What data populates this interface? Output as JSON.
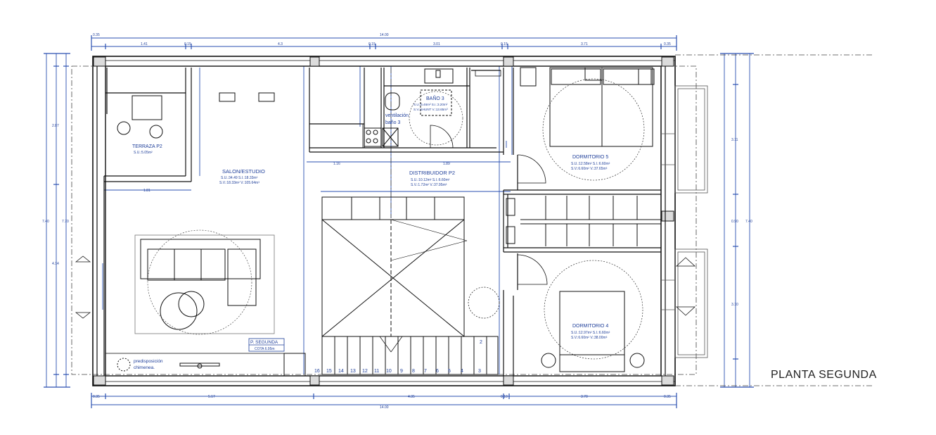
{
  "plan_title": "PLANTA SEGUNDA",
  "rooms": {
    "terraza": {
      "name": "TERRAZA P2",
      "area": "S.U.:5.05m²"
    },
    "salon": {
      "name": "SALON/ESTUDIO",
      "line1": "S.U.:34.49 S.I.:18.33m²",
      "line2": "S.V.:18.33m² V.:105.64m³"
    },
    "bano3": {
      "name": "BAÑO 3",
      "line1": "S.U.:5.46m² S.I.:3.20m²",
      "line2": "S.V.:SHUNT V.:13.65m³"
    },
    "ventilacion": {
      "line1": "ventilación",
      "line2": "baño 3"
    },
    "distribuidor": {
      "name": "DISTRIBUIDOR P2",
      "line1": "S.U.:10.12m² S.I.:6.60m²",
      "line2": "S.V.:1.72m² V.:37.95m³"
    },
    "dormitorio5": {
      "name": "DORMITORIO 5",
      "line1": "S.U.:12.58m² S.I.:6.60m²",
      "line2": "S.V.:6.60m² V.:37.65m³"
    },
    "dormitorio4": {
      "name": "DORMITORIO 4",
      "line1": "S.U.:12.97m² S.I.:6.60m²",
      "line2": "S.V.:6.60m² V.:38.00m³"
    }
  },
  "level_tag": {
    "name": "P. SEGUNDA",
    "cota": "COTA 6.95m"
  },
  "chimenea": {
    "line1": "predisposición",
    "line2": "chimenea."
  },
  "stair_steps": [
    "16",
    "15",
    "14",
    "13",
    "12",
    "11",
    "10",
    "9",
    "8",
    "7",
    "6",
    "5",
    "4",
    "3",
    "2"
  ]
}
